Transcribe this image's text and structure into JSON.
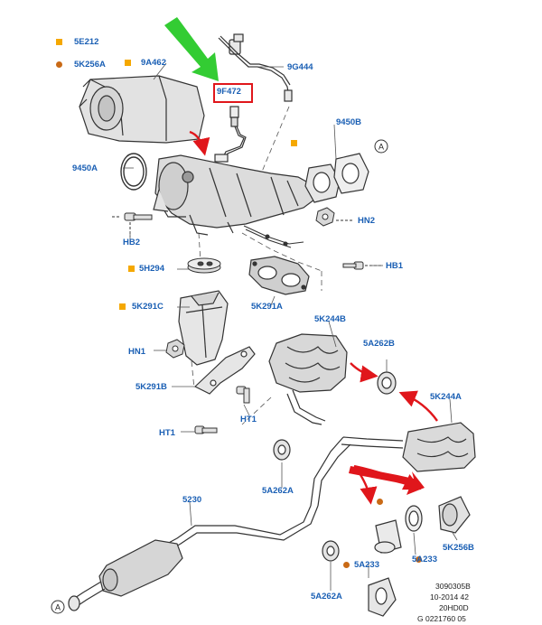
{
  "legend": {
    "square_label": "5E212",
    "circle_label": "5K256A",
    "square_color": "#f5a800",
    "circle_color": "#c96a16"
  },
  "callout": {
    "highlighted_part": "9F472",
    "arrow_color": "#33cc33",
    "highlight_color": "#e0161b"
  },
  "part_labels": {
    "p9A462": "9A462",
    "p9G444": "9G444",
    "p9F472": "9F472",
    "p9450B": "9450B",
    "p9450A": "9450A",
    "pHN2": "HN2",
    "pHB2": "HB2",
    "pHB1": "HB1",
    "p5H294": "5H294",
    "p5K291A": "5K291A",
    "p5K291C": "5K291C",
    "p5K244B": "5K244B",
    "pHN1": "HN1",
    "p5A262B_top": "5A262B",
    "p5K291B": "5K291B",
    "pHT1_a": "HT1",
    "p5K244A": "5K244A",
    "pHT1_b": "HT1",
    "p5A262A_mid": "5A262A",
    "p5230": "5230",
    "p5K256B": "5K256B",
    "p5A233_a": "5A233",
    "p5A233_b": "5A233",
    "p5A262A_bot": "5A262A"
  },
  "reference_markers": {
    "upper": "A",
    "lower": "A"
  },
  "footer": {
    "line1": "3090305B",
    "line2": "10-2014 42",
    "line3": "20HD0D",
    "line4": "G 0221760 05"
  }
}
